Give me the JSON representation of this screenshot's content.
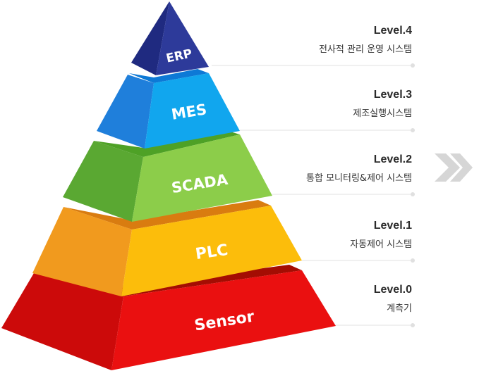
{
  "tiers": [
    {
      "name": "ERP",
      "level": "Level.4",
      "description": "전사적 관리 운영 시스템",
      "colors": {
        "left": "#1f2a80",
        "right": "#2d3a9a",
        "band": "#2a37a6"
      }
    },
    {
      "name": "MES",
      "level": "Level.3",
      "description": "제조실행시스템",
      "colors": {
        "left": "#1f7fdb",
        "right": "#11a6ee",
        "band": "#0d79d6"
      }
    },
    {
      "name": "SCADA",
      "level": "Level.2",
      "description": "통합 모니터링&제어 시스템",
      "colors": {
        "left": "#5aa832",
        "right": "#8ccd4a",
        "band": "#4ea126"
      }
    },
    {
      "name": "PLC",
      "level": "Level.1",
      "description": "자동제어 시스템",
      "colors": {
        "left": "#f19a1e",
        "right": "#fcbd0b",
        "band": "#d97c10"
      }
    },
    {
      "name": "Sensor",
      "level": "Level.0",
      "description": "계측기",
      "colors": {
        "left": "#cc0a0a",
        "right": "#ea1010",
        "band": "#a40d03"
      }
    }
  ],
  "arrow_color": "#d6d6d6",
  "line_color": "#e0e0e0"
}
